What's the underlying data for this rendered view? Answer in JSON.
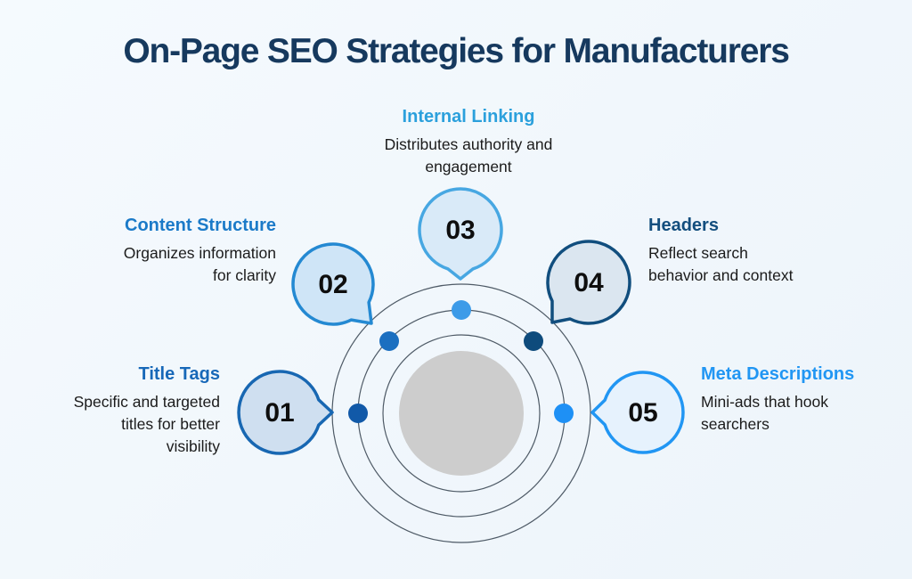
{
  "background_color": "#F5FAFE",
  "title": {
    "text": "On-Page SEO Strategies for Manufacturers",
    "color": "#16395E"
  },
  "diagram": {
    "ring_color": "#4E5A66",
    "center_circle_color": "#CDCDCD",
    "rings": 3,
    "description": "Five numbered speech-bubble nodes with dots orbiting a central circle"
  },
  "items": [
    {
      "number": "01",
      "heading": "Title Tags",
      "description": "Specific and targeted\ntitles for better\nvisibility",
      "heading_color": "#1768B8",
      "bubble_fill": "#CFDFF0",
      "bubble_border": "#1867B2",
      "dot_color": "#1159A8"
    },
    {
      "number": "02",
      "heading": "Content Structure",
      "description": "Organizes information\nfor clarity",
      "heading_color": "#1B7AC8",
      "bubble_fill": "#CFE5F7",
      "bubble_border": "#2489D2",
      "dot_color": "#1B6FC0"
    },
    {
      "number": "03",
      "heading": "Internal Linking",
      "description": "Distributes authority and\nengagement",
      "heading_color": "#2BA0DC",
      "bubble_fill": "#D9EAF8",
      "bubble_border": "#47A7E2",
      "dot_color": "#3D9BE8"
    },
    {
      "number": "04",
      "heading": "Headers",
      "description": "Reflect search\nbehavior and context",
      "heading_color": "#134E7E",
      "bubble_fill": "#DBE6F0",
      "bubble_border": "#114E7E",
      "dot_color": "#0E4B7C"
    },
    {
      "number": "05",
      "heading": "Meta Descriptions",
      "description": "Mini-ads that hook\nsearchers",
      "heading_color": "#2196F3",
      "bubble_fill": "#E6F2FD",
      "bubble_border": "#2196F3",
      "dot_color": "#1E90F5"
    }
  ]
}
